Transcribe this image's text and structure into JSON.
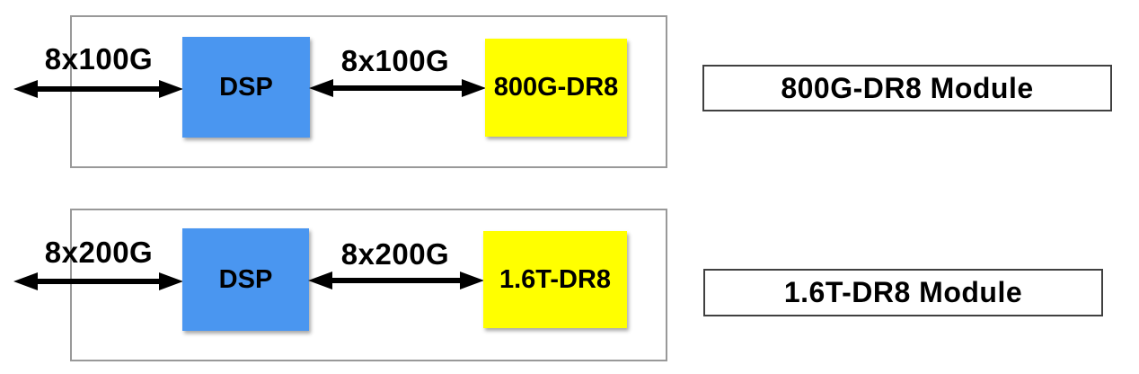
{
  "colors": {
    "dsp_fill": "#4a96f0",
    "optics_fill": "#ffff00",
    "boundary_border": "#999999",
    "module_label_border": "#404040",
    "arrow_color": "#000000",
    "text_color": "#000000"
  },
  "diagrams": [
    {
      "host_lanes_label": "8x100G",
      "line_lanes_label": "8x100G",
      "dsp_label": "DSP",
      "optics_label": "800G-DR8",
      "module_name": "800G-DR8 Module"
    },
    {
      "host_lanes_label": "8x200G",
      "line_lanes_label": "8x200G",
      "dsp_label": "DSP",
      "optics_label": "1.6T-DR8",
      "module_name": "1.6T-DR8 Module"
    }
  ]
}
